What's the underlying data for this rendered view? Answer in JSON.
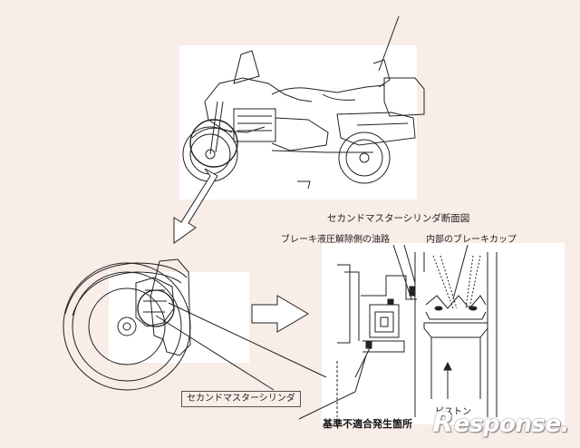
{
  "labels": {
    "cross_section_title": "セカンドマスターシリンダ断面図",
    "oil_passage": "ブレーキ液圧解除側の油路",
    "brake_cup": "内部のブレーキカップ",
    "second_master_cylinder": "セカンドマスターシリンダ",
    "nonconformity_location": "基準不適合発生箇所",
    "piston": "ピストン"
  },
  "watermark": {
    "text": "esponse.",
    "logo_letter": "R"
  },
  "colors": {
    "background": "#f9ede8",
    "panel": "#ffffff",
    "line": "#222222"
  }
}
